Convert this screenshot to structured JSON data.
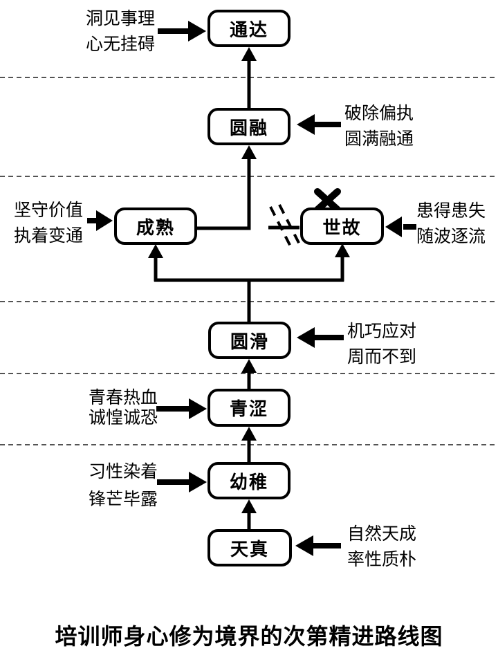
{
  "diagram": {
    "title": "培训师身心修为境界的次第精进路线图",
    "nodes": {
      "tongda": {
        "label": "通达"
      },
      "yuanrong": {
        "label": "圆融"
      },
      "chengshu": {
        "label": "成熟"
      },
      "shigu": {
        "label": "世故"
      },
      "yuanhua": {
        "label": "圆滑"
      },
      "qingse": {
        "label": "青涩"
      },
      "youzhi": {
        "label": "幼稚"
      },
      "tianzhen": {
        "label": "天真"
      }
    },
    "annotations": {
      "tongda": {
        "line1": "洞见事理",
        "line2": "心无挂碍"
      },
      "yuanrong": {
        "line1": "破除偏执",
        "line2": "圆满融通"
      },
      "chengshu": {
        "line1": "坚守价值",
        "line2": "执着变通"
      },
      "shigu": {
        "line1": "患得患失",
        "line2": "随波逐流"
      },
      "yuanhua": {
        "line1": "机巧应对",
        "line2": "周而不到"
      },
      "qingse": {
        "line1": "青春热血",
        "line2": "诚惶诚恐"
      },
      "youzhi": {
        "line1": "习性染着",
        "line2": "锋芒毕露"
      },
      "tianzhen": {
        "line1": "自然天成",
        "line2": "率性质朴"
      }
    },
    "colors": {
      "line": "#000000",
      "background": "#ffffff",
      "separator": "#3c3c3c"
    }
  }
}
